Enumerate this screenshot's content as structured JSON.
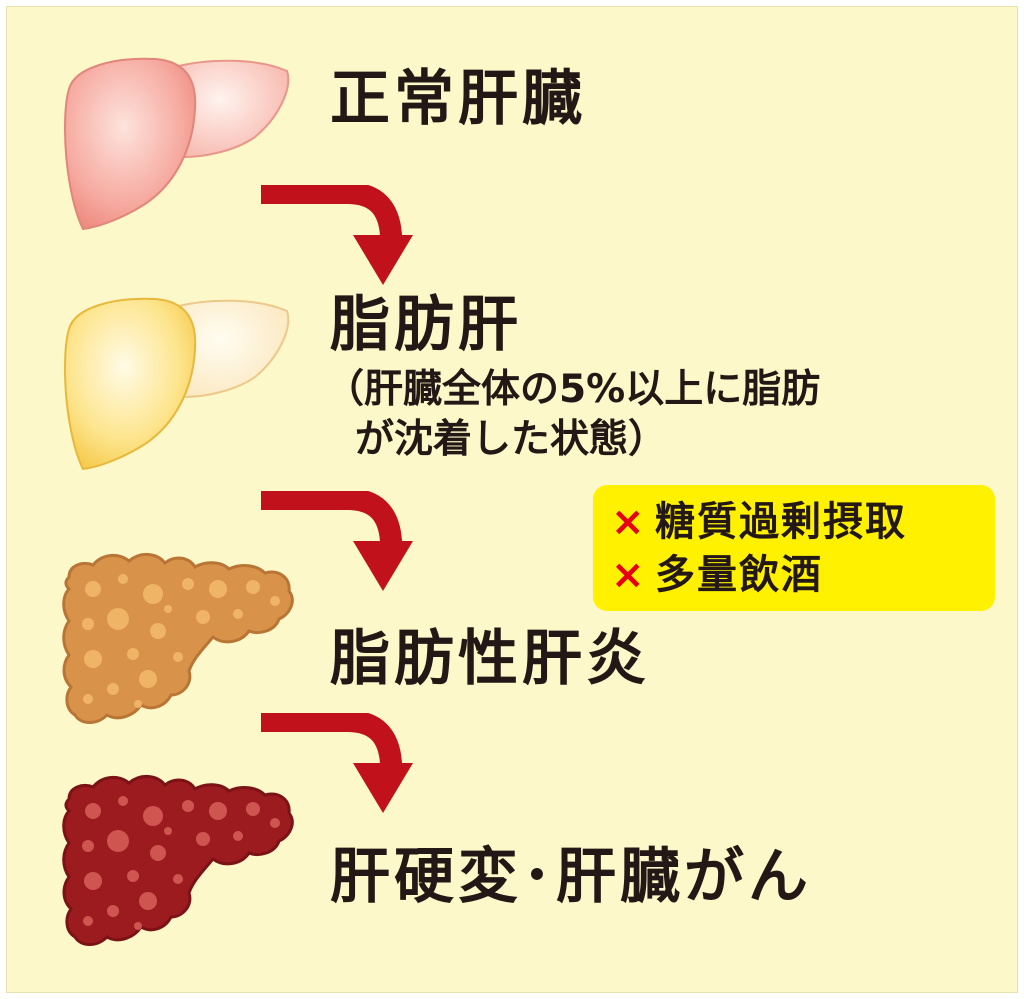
{
  "stages": [
    {
      "title": "正常肝臓"
    },
    {
      "title": "脂肪肝",
      "note_line1": "（肝臓全体の5%以上に脂肪",
      "note_line2": "が沈着した状態）"
    },
    {
      "title": "脂肪性肝炎"
    },
    {
      "title": "肝硬変･肝臓がん"
    }
  ],
  "causes": {
    "marker": "×",
    "items": [
      "糖質過剰摂取",
      "多量飲酒"
    ]
  },
  "colors": {
    "background": "#fdf8c9",
    "arrow": "#c1121c",
    "cause_box": "#fff100",
    "cross": "#e60012",
    "liver_normal": "#f5a39a",
    "liver_fatty": "#fbe07d",
    "liver_steatohepatitis": "#d9924a",
    "liver_cirrhosis": "#9c1b1f"
  }
}
